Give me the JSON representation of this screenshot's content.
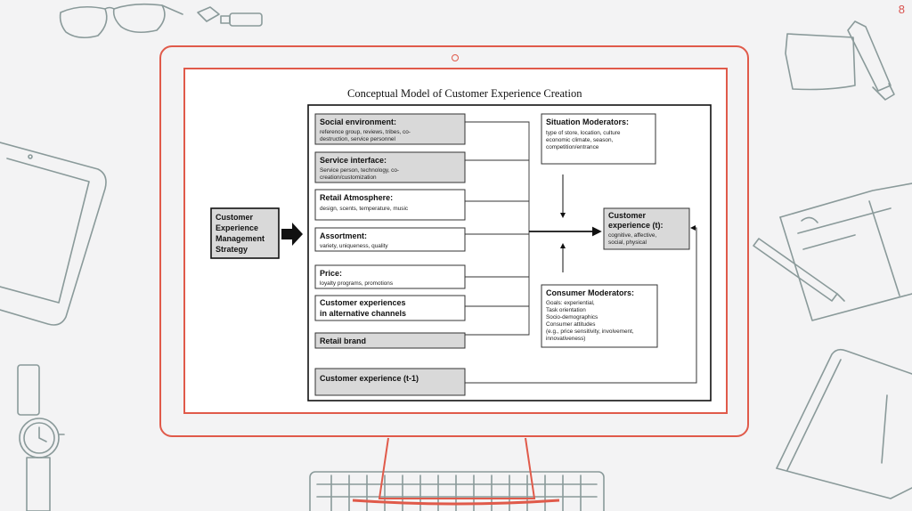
{
  "slide": {
    "number": "8"
  },
  "diagram": {
    "title": "Conceptual Model of Customer Experience Creation",
    "strategy": {
      "lines": [
        "Customer",
        "Experience",
        "Management",
        "Strategy"
      ]
    },
    "determinants": [
      {
        "title": "Social environment:",
        "sub": [
          "reference group, reviews, tribes, co-",
          "destruction,  service personnel"
        ],
        "shaded": true
      },
      {
        "title": "Service interface:",
        "sub": [
          "Service person, technology, co-",
          "creation/customization"
        ],
        "shaded": true
      },
      {
        "title": "Retail Atmosphere:",
        "sub": [
          "design, scents, temperature, music"
        ],
        "shaded": false
      },
      {
        "title": "Assortment:",
        "sub": [
          "variety, uniqueness, quality"
        ],
        "shaded": false
      },
      {
        "title": "Price:",
        "sub": [
          "loyalty programs, promotions"
        ],
        "shaded": false
      },
      {
        "title": "Customer experiences",
        "title2": "in alternative channels",
        "sub": [],
        "shaded": false
      },
      {
        "title": "Retail brand",
        "sub": [],
        "shaded": true
      }
    ],
    "prior_experience": {
      "title": "Customer experience (t-1)"
    },
    "situation_moderators": {
      "title": "Situation Moderators:",
      "sub": [
        "type of store, location, culture",
        "economic climate, season,",
        "competition/entrance"
      ]
    },
    "outcome": {
      "title": [
        "Customer",
        "experience (t):"
      ],
      "sub": [
        "cognitive, affective,",
        "social, physical"
      ]
    },
    "consumer_moderators": {
      "title": "Consumer Moderators:",
      "sub": [
        "Goals: experiential,",
        "Task orientation",
        "Socio-demographics",
        "Consumer attitudes",
        "(e.g., price sensitivity, involvement,",
        "innovativeness)"
      ]
    }
  },
  "colors": {
    "accent": "#e05a4a",
    "doodle": "#8a9a9a",
    "box_shade": "#d9d9d9"
  },
  "decor_icons": [
    "glasses-icon",
    "eraser-icon",
    "usb-drive-icon",
    "sticky-note-icon",
    "marker-icon",
    "tablet-icon",
    "notebook-icon",
    "pen-icon",
    "wristwatch-icon",
    "journal-icon",
    "keyboard-icon"
  ]
}
